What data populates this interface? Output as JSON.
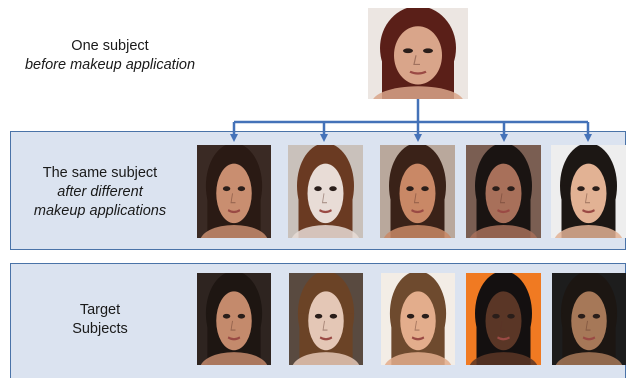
{
  "top_caption": {
    "line1": "One subject",
    "line2": "before makeup application"
  },
  "middle_caption": {
    "line1": "The same subject",
    "line2": "after different",
    "line3": "makeup applications"
  },
  "bottom_caption": {
    "line1": "Target",
    "line2": "Subjects"
  },
  "colors": {
    "arrow": "#4472b8",
    "panel_fill": "#dbe3f0",
    "panel_border": "#4a73a8"
  },
  "photos": {
    "source": {
      "skin": "#d9a58a",
      "hair": "#5a1f18",
      "bg": "#ece6e2"
    },
    "makeup": [
      {
        "skin": "#c98e70",
        "hair": "#2a1a14",
        "bg": "#3a2a24"
      },
      {
        "skin": "#e8dcd6",
        "hair": "#6a3a22",
        "bg": "#c9c1bb"
      },
      {
        "skin": "#c98866",
        "hair": "#3a2218",
        "bg": "#b9a89c"
      },
      {
        "skin": "#a8705a",
        "hair": "#1a1412",
        "bg": "#7a5e52"
      },
      {
        "skin": "#e2b294",
        "hair": "#1c1714",
        "bg": "#eeeeee"
      }
    ],
    "targets": [
      {
        "skin": "#c48a6c",
        "hair": "#1e1612",
        "bg": "#2e2420"
      },
      {
        "skin": "#e4c7b6",
        "hair": "#6b4326",
        "bg": "#594a40"
      },
      {
        "skin": "#e3ad8c",
        "hair": "#6e4a2e",
        "bg": "#f3ede6"
      },
      {
        "skin": "#5a3626",
        "hair": "#141010",
        "bg": "#f07a22"
      },
      {
        "skin": "#a67858",
        "hair": "#1c1612",
        "bg": "#1d1d1d"
      }
    ]
  }
}
